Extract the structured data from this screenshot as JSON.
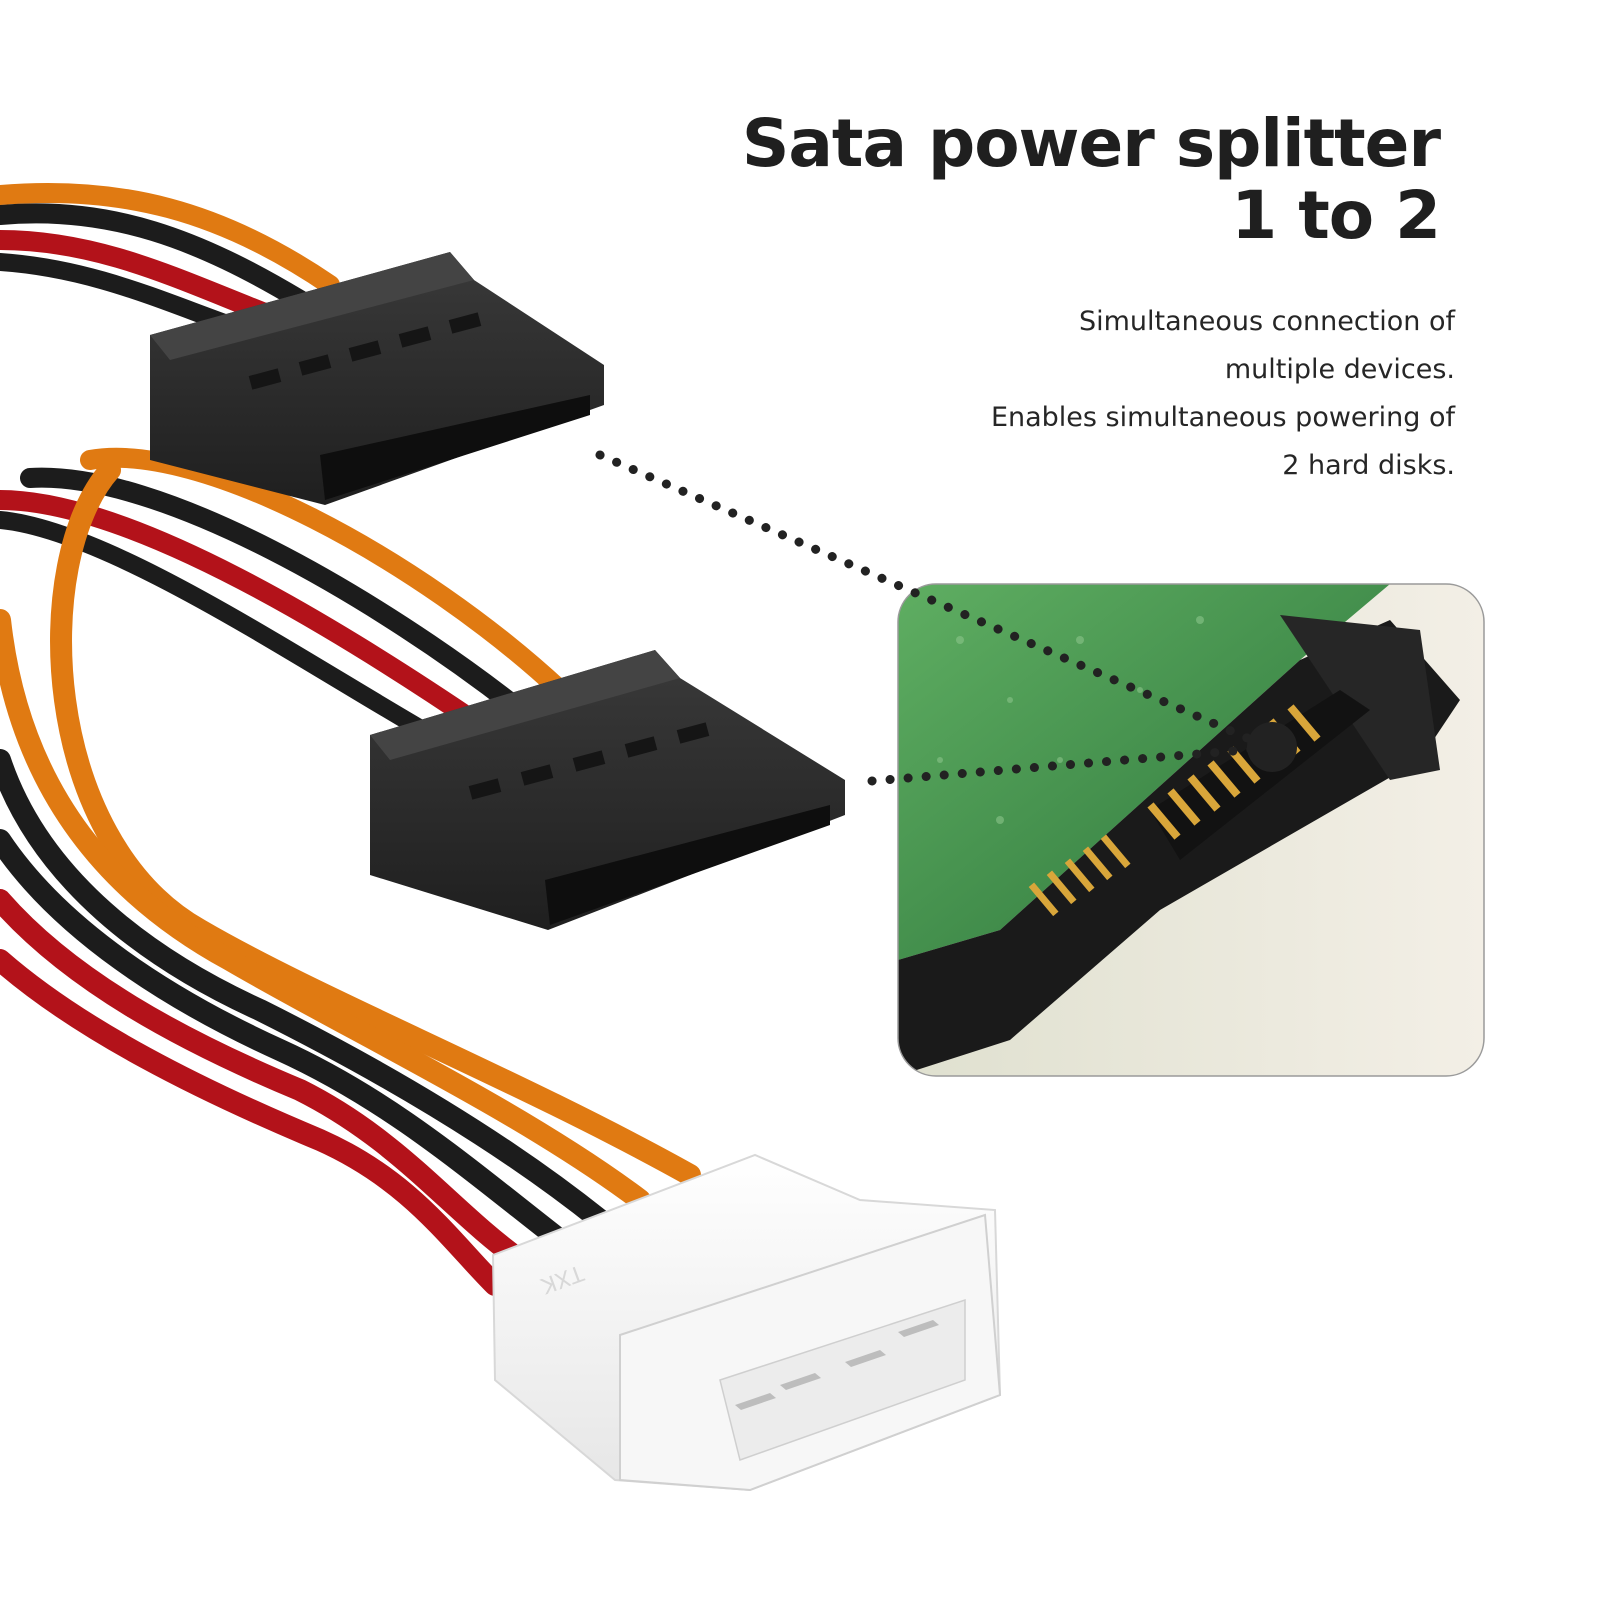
{
  "headline": {
    "line1": "Sata power splitter",
    "line2": "1 to 2"
  },
  "description": {
    "line1": "Simultaneous connection of",
    "line2": "multiple devices.",
    "line3": "Enables simultaneous powering of",
    "line4": "2 hard disks."
  },
  "molex_marking": "TXK",
  "colors": {
    "background": "#ffffff",
    "text": "#1f1f1f",
    "wire_orange": "#e07a12",
    "wire_black": "#1c1c1c",
    "wire_red": "#b3121a",
    "sata_connector": "#2a2a2a",
    "molex_connector": "#f4f4f4",
    "pcb_green": "#4f9a55",
    "gold_pins": "#d9a63a",
    "callout_dots": "#222222"
  }
}
